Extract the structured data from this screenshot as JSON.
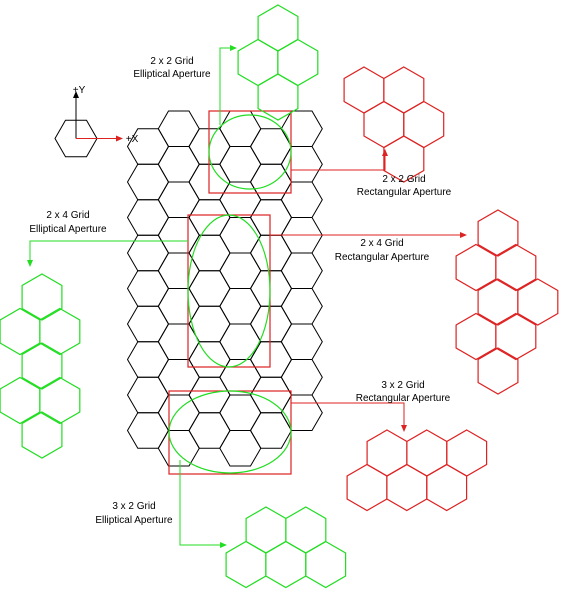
{
  "axes": {
    "x_label": "+X",
    "y_label": "+Y"
  },
  "colors": {
    "elliptical": "#22dd22",
    "rectangular": "#dd2222",
    "grid": "#000000"
  },
  "labels": {
    "ell_2x2": [
      "2 x 2 Grid",
      "Elliptical Aperture"
    ],
    "rect_2x2": [
      "2 x 2 Grid",
      "Rectangular Aperture"
    ],
    "ell_2x4": [
      "2 x 4 Grid",
      "Elliptical Aperture"
    ],
    "rect_2x4": [
      "2 x 4 Grid",
      "Rectangular Aperture"
    ],
    "rect_3x2": [
      "3 x 2 Grid",
      "Rectangular Aperture"
    ],
    "ell_3x2": [
      "3 x 2 Grid",
      "Elliptical Aperture"
    ]
  },
  "cell_shape": "hexagon"
}
